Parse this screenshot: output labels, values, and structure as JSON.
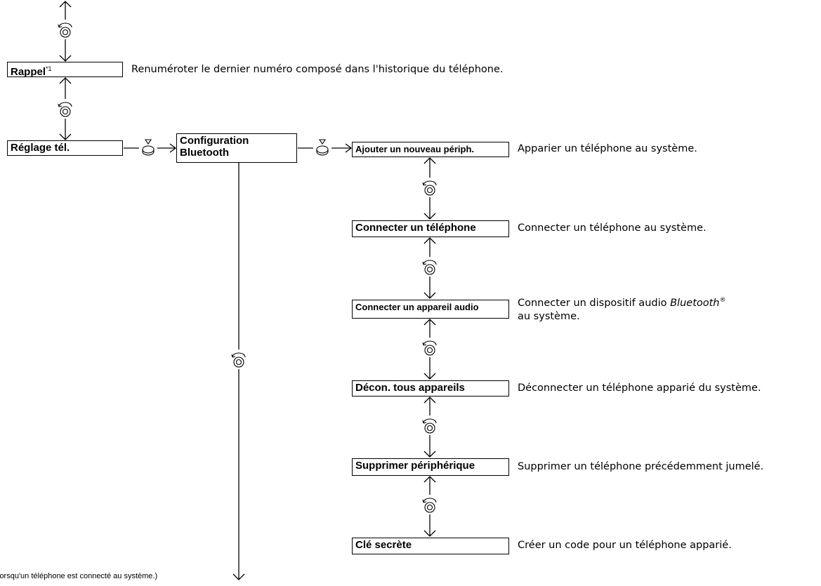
{
  "boxes": {
    "recall": {
      "label": "Rappel",
      "sup": "*1"
    },
    "phone_settings": "Réglage tél.",
    "bluetooth_setup": {
      "line1": "Configuration",
      "line2": "Bluetooth"
    },
    "add_device": "Ajouter un nouveau périph.",
    "connect_phone": "Connecter un téléphone",
    "connect_audio": "Connecter un appareil audio",
    "disconnect_all": "Décon. tous appareils",
    "delete_device": "Supprimer périphérique",
    "passkey": "Clé secrète"
  },
  "descriptions": {
    "recall": "Renuméroter le dernier numéro composé dans l'historique du téléphone.",
    "add_device": "Apparier un téléphone au système.",
    "connect_phone": "Connecter un téléphone au système.",
    "connect_audio": {
      "before": "Connecter un dispositif audio ",
      "brand": "Bluetooth",
      "reg": "®",
      "line2": "au système."
    },
    "disconnect_all": "Déconnecter un téléphone apparié du système.",
    "delete_device": "Supprimer un téléphone précédemment jumelé.",
    "passkey": "Créer un code pour un téléphone apparié."
  },
  "footnote": "lorsqu'un téléphone est connecté au système.)",
  "icons": {
    "rotate": "rotate-knob-icon",
    "press": "press-knob-icon"
  }
}
